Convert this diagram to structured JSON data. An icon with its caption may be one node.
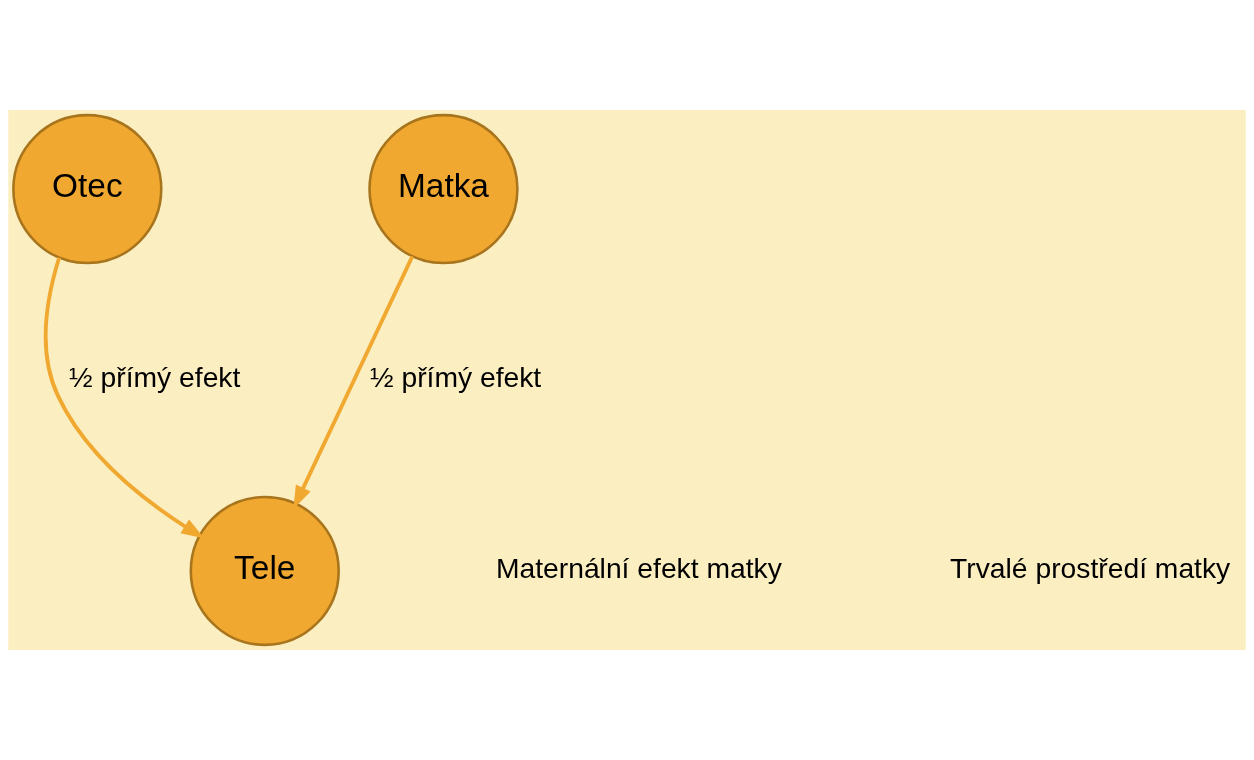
{
  "diagram": {
    "nodes": [
      {
        "text": [
          "Otec"
        ]
      },
      {
        "text": [
          "Matka"
        ]
      },
      {
        "text": [
          "Tele"
        ]
      }
    ],
    "edges": [
      {
        "from": 0,
        "to": 2,
        "arrow": "to",
        "label": "½ přímý efekt"
      },
      {
        "from": 1,
        "to": 2,
        "arrow": "to",
        "label": "½ přímý efekt"
      }
    ],
    "labels": [
      "Maternální efekt matky",
      "Trvalé prostředí matky"
    ]
  }
}
